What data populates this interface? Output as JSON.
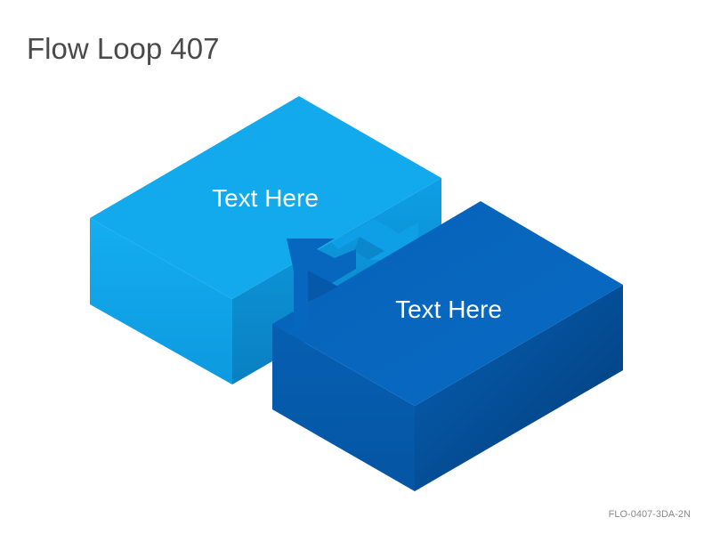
{
  "title": "Flow Loop 407",
  "boxes": [
    {
      "label": "Text Here"
    },
    {
      "label": "Text Here"
    }
  ],
  "footer_code": "FLO-0407-3DA-2N",
  "colors": {
    "light_blue_top": "#13aaed",
    "light_blue_front": "#0f9fe6",
    "light_blue_side": "#0b87cc",
    "dark_blue_top": "#0766bd",
    "dark_blue_front": "#0659aa",
    "dark_blue_side": "#034a8e",
    "title_text": "#4a4a4a",
    "footer_text": "#8a8a8a"
  }
}
